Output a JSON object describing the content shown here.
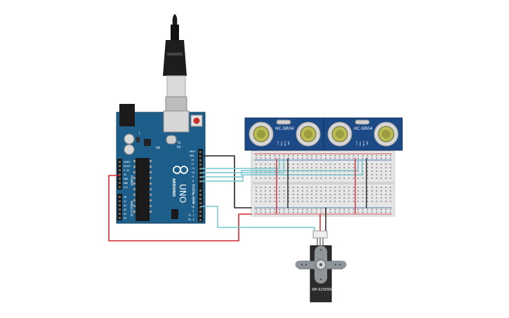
{
  "arduino": {
    "brand": "ARDUINO",
    "model": "UNO",
    "pin_labels_top": [
      "AREF",
      "GND",
      "13",
      "12",
      "~11",
      "~10",
      "~9",
      "8"
    ],
    "pin_labels_bottom": [
      "7",
      "~6",
      "~5",
      "4",
      "~3",
      "2",
      "TX 1",
      "RX 0"
    ],
    "digital_label": "DIGITAL (PWM ~)",
    "power_pins": [
      "IOREF",
      "RESET",
      "3.3V",
      "5V",
      "GND",
      "GND",
      "Vin"
    ],
    "power_label": "POWER",
    "analog_pins": [
      "A0",
      "A1",
      "A2",
      "A3",
      "A4",
      "A5"
    ],
    "analog_label": "ANALOG IN",
    "on_label": "ON",
    "tx_label": "TX",
    "rx_label": "RX",
    "l_label": "L"
  },
  "sensors": [
    {
      "label": "HC-SR04",
      "pins": [
        "VCC",
        "TRIG",
        "ECHO",
        "GND"
      ]
    },
    {
      "label": "HC-SR04",
      "pins": [
        "VCC",
        "TRIG",
        "ECHO",
        "GND"
      ]
    }
  ],
  "servo": {
    "label": "SM-S2309S"
  },
  "colors": {
    "board": "#1d5f8a",
    "breadboard": "#e6e6e6",
    "sensor": "#1b4a86",
    "wire_red": "#d0282f",
    "wire_black": "#222222",
    "wire_cyan": "#74c6cf",
    "servo_body": "#2b2b2b",
    "servo_horn": "#8f9598"
  },
  "icons": {
    "usb_cable": "usb-cable-icon",
    "reset_button": "reset-button-icon"
  }
}
